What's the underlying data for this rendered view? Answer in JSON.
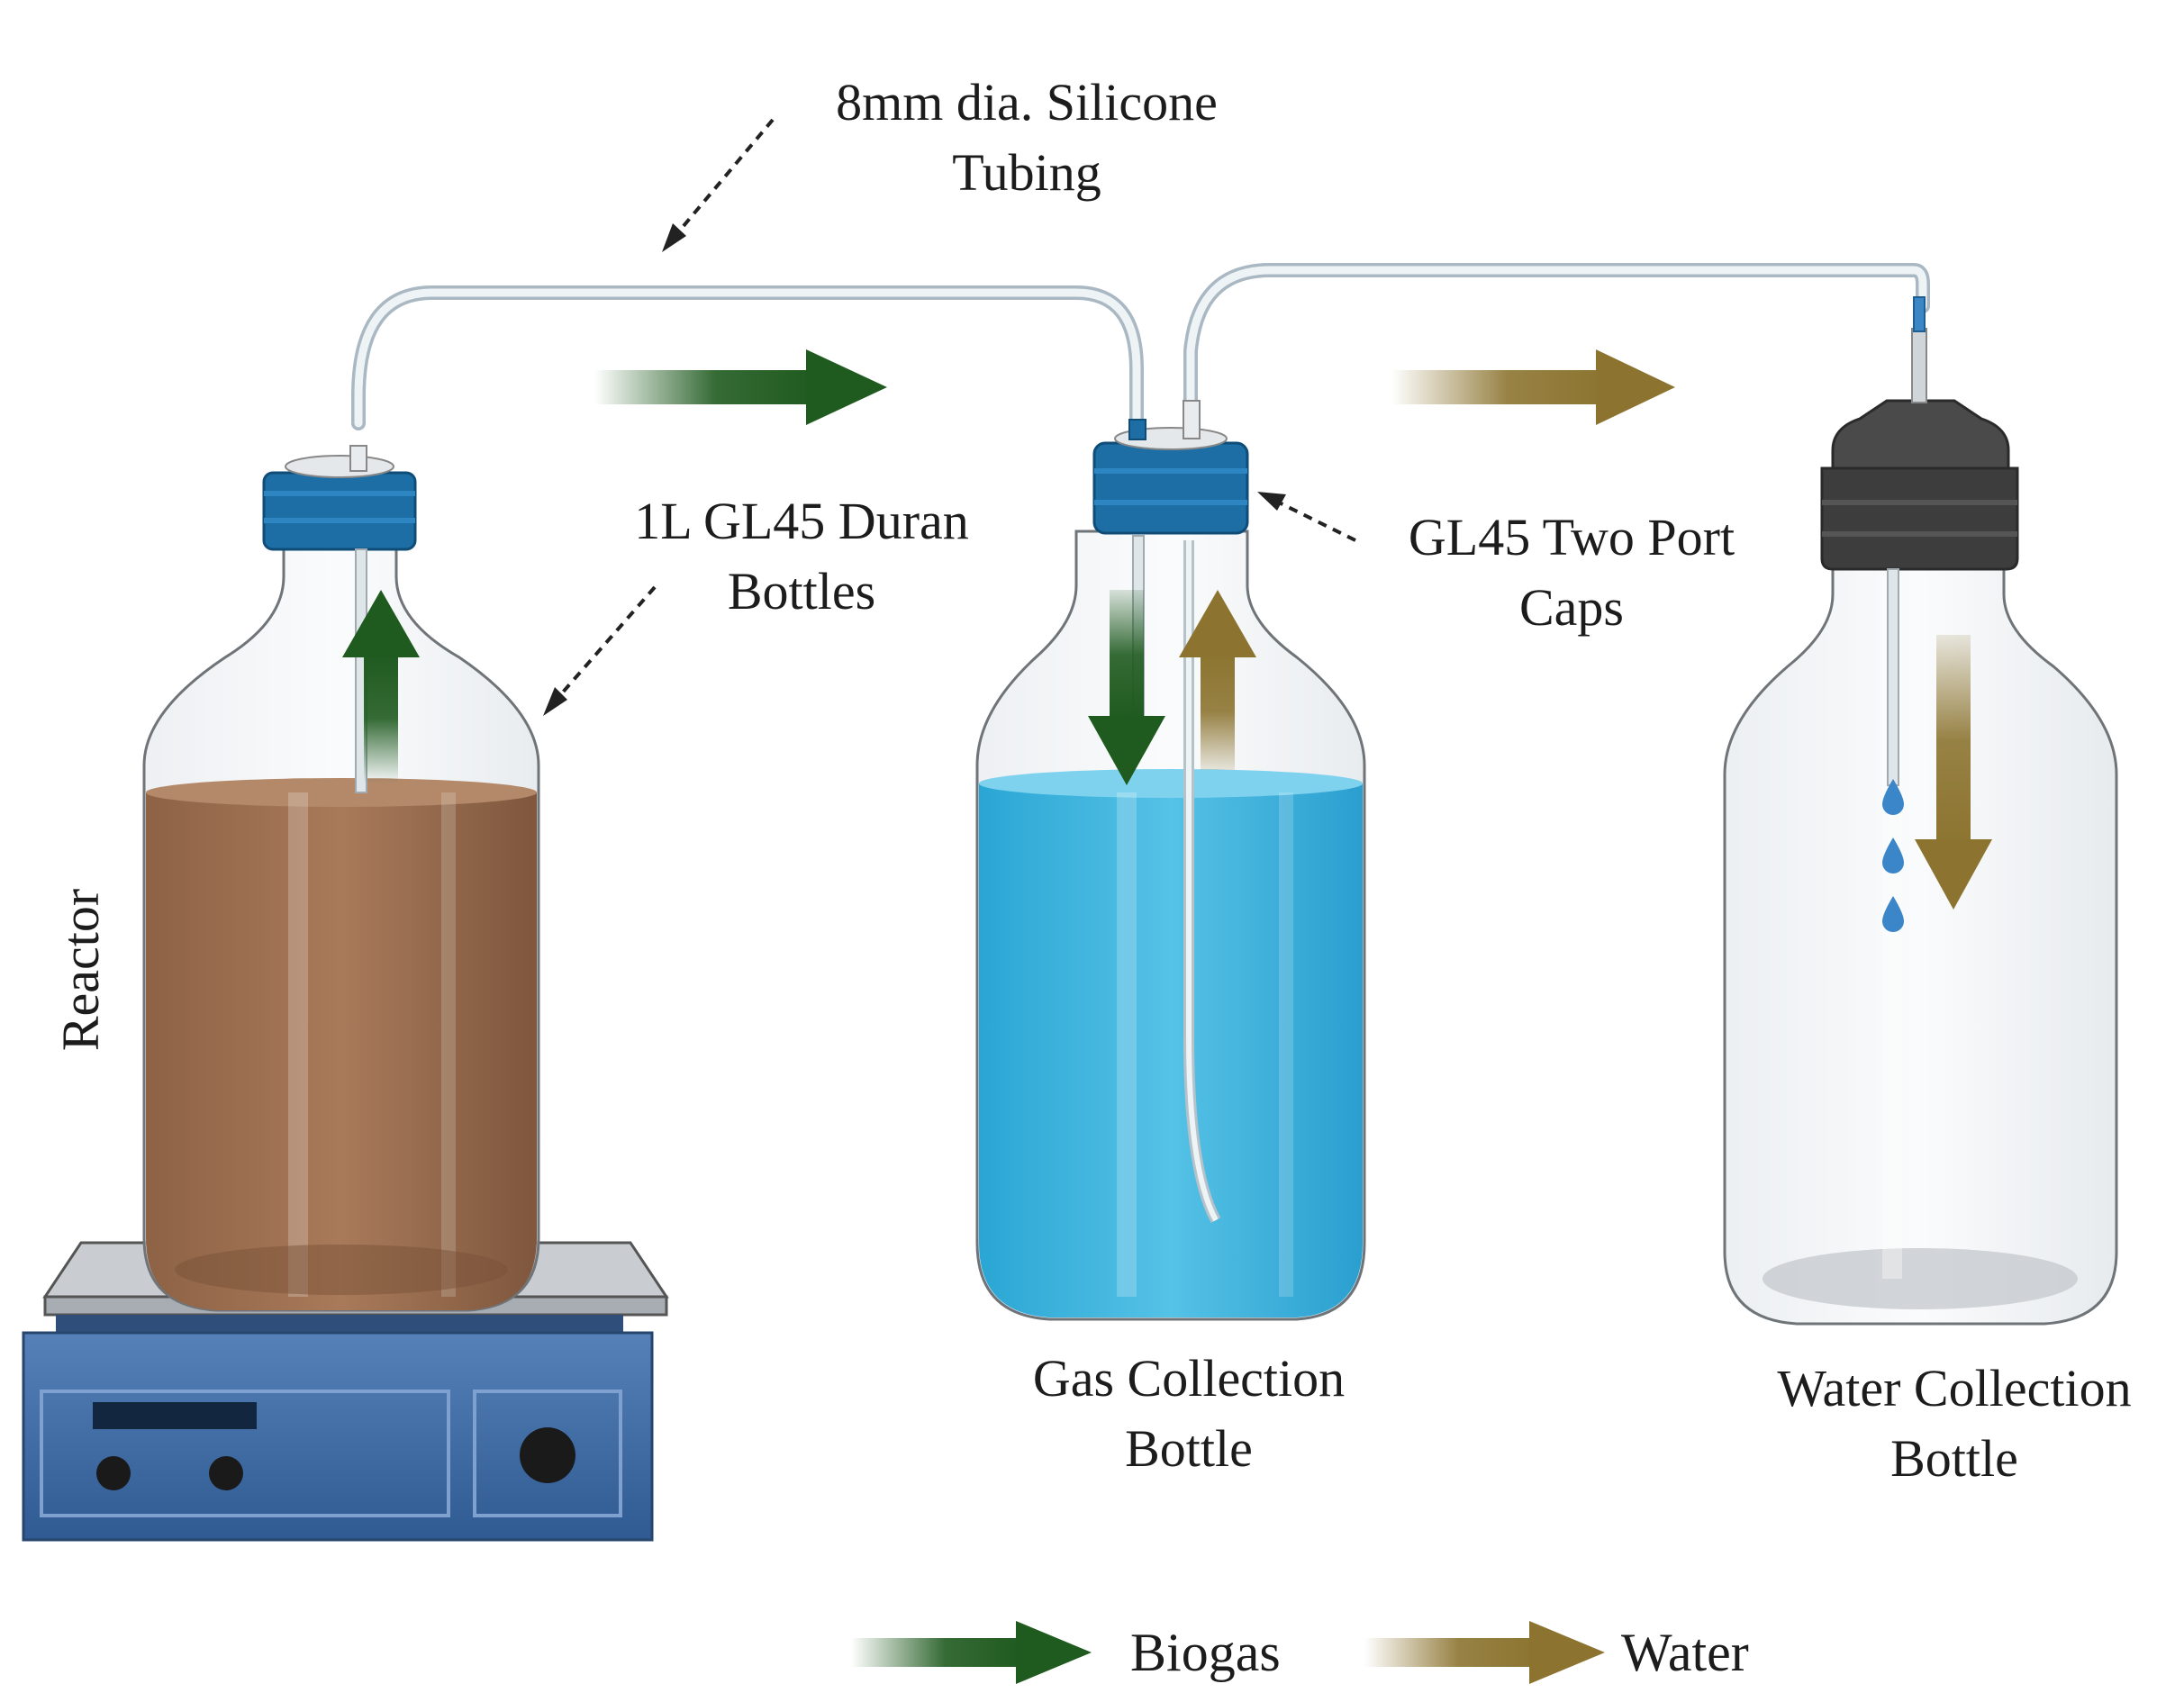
{
  "labels": {
    "tubing": [
      "8mm dia. Silicone",
      "Tubing"
    ],
    "duran": [
      "1L GL45 Duran",
      "Bottles"
    ],
    "caps": [
      "GL45 Two Port",
      "Caps"
    ],
    "reactor": "Reactor",
    "gas_bottle": [
      "Gas Collection",
      "Bottle"
    ],
    "water_bottle": [
      "Water Collection",
      "Bottle"
    ]
  },
  "legend": {
    "biogas": "Biogas",
    "water": "Water"
  },
  "colors": {
    "biogas_arrow": "#1f5a1f",
    "water_arrow": "#8c7430",
    "sludge": "#9a6a4a",
    "water_liquid": "#3fb3db",
    "cap_blue": "#1c6ea4",
    "cap_dark": "#444444",
    "stirrer_blue": "#3f6ea8"
  }
}
